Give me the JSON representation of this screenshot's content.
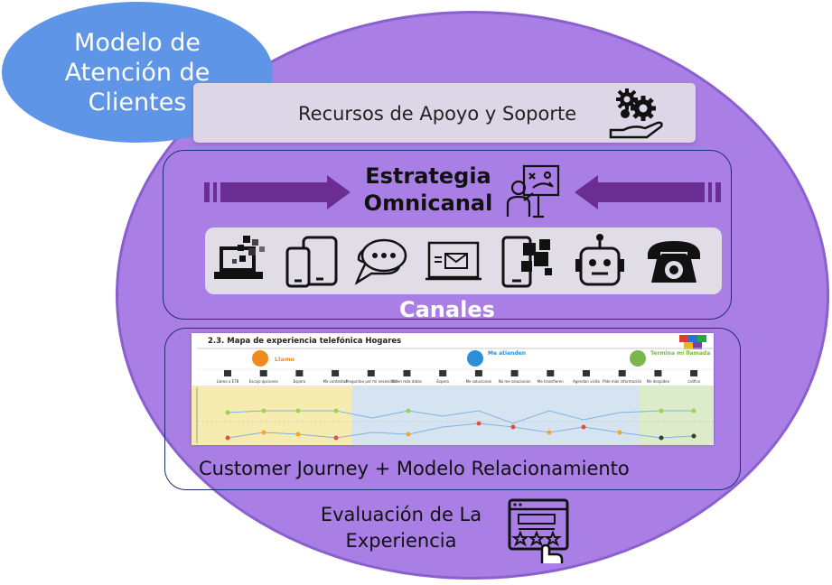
{
  "title": "Modelo de Atención de Clientes",
  "support": {
    "label": "Recursos de Apoyo y Soporte",
    "icon": "gears-hand-icon"
  },
  "strategy": {
    "title_line1": "Estrategia",
    "title_line2": "Omnicanal",
    "icon": "strategy-board-icon",
    "left_arrow": "arrow-right-icon",
    "right_arrow": "arrow-left-icon"
  },
  "channels": {
    "label": "Canales",
    "items": [
      "laptop-web-icon",
      "mobile-tablet-icon",
      "chat-bubbles-icon",
      "email-icon",
      "app-icon",
      "chatbot-icon",
      "telephone-icon"
    ]
  },
  "journey": {
    "image_title": "2.3. Mapa de experiencia telefónica Hogares",
    "stage_labels": [
      "Llamo",
      "Me atienden",
      "Termina mi llamada"
    ],
    "steps": [
      "Llamo a ETB",
      "Escojo opciones",
      "Espero",
      "Me contestan",
      "Preguntan por mi necesidad",
      "Piden más datos",
      "Espero",
      "Me solucionan",
      "No me solucionan",
      "Me transfieren",
      "Agendan visita",
      "Pide más información",
      "Me despiden",
      "califico"
    ],
    "caption": "Customer Journey  + Modelo Relacionamiento"
  },
  "evaluation": {
    "line1": "Evaluación de La",
    "line2": "Experiencia",
    "icon": "rating-stars-icon"
  },
  "colors": {
    "ellipse": "#a97fe6",
    "title_bubble": "#5f95e6",
    "arrow": "#6a2d91",
    "panel_border": "#1e2e6e"
  }
}
